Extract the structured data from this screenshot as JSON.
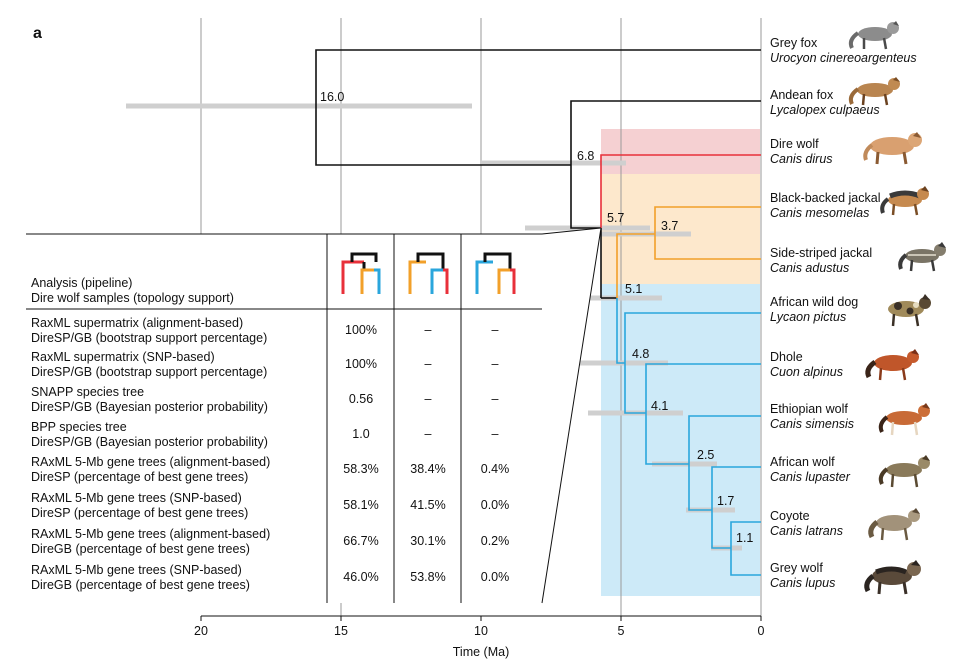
{
  "panel_label": "a",
  "axis": {
    "xlabel": "Time (Ma)",
    "ticks": [
      "20",
      "15",
      "10",
      "5",
      "0"
    ]
  },
  "taxa": [
    {
      "common": "Grey fox",
      "latin": "Urocyon cinereoargenteus",
      "icon": "grey-fox-icon"
    },
    {
      "common": "Andean fox",
      "latin": "Lycalopex culpaeus",
      "icon": "andean-fox-icon"
    },
    {
      "common": "Dire wolf",
      "latin": "Canis dirus",
      "icon": "dire-wolf-icon"
    },
    {
      "common": "Black-backed jackal",
      "latin": "Canis mesomelas",
      "icon": "black-backed-jackal-icon"
    },
    {
      "common": "Side-striped jackal",
      "latin": "Canis adustus",
      "icon": "side-striped-jackal-icon"
    },
    {
      "common": "African wild dog",
      "latin": "Lycaon pictus",
      "icon": "african-wild-dog-icon"
    },
    {
      "common": "Dhole",
      "latin": "Cuon alpinus",
      "icon": "dhole-icon"
    },
    {
      "common": "Ethiopian wolf",
      "latin": "Canis simensis",
      "icon": "ethiopian-wolf-icon"
    },
    {
      "common": "African wolf",
      "latin": "Canis lupaster",
      "icon": "african-wolf-icon"
    },
    {
      "common": "Coyote",
      "latin": "Canis latrans",
      "icon": "coyote-icon"
    },
    {
      "common": "Grey wolf",
      "latin": "Canis lupus",
      "icon": "grey-wolf-icon"
    }
  ],
  "node_ages": [
    "16.0",
    "6.8",
    "5.7",
    "3.7",
    "5.1",
    "4.8",
    "4.1",
    "2.5",
    "1.7",
    "1.1"
  ],
  "colors": {
    "dire_wolf": "#e8303a",
    "jackals": "#f2a02a",
    "wolf_like": "#2aa6dc",
    "outgroup": "#111111",
    "error_bar": "#cfcfcf",
    "dire_band": "#f5d0d2",
    "jackal_band": "#fde8cc",
    "wolf_band": "#cdeaf8"
  },
  "table": {
    "header_line1": "Analysis (pipeline)",
    "header_line2": "Dire wolf samples (topology support)",
    "rows": [
      {
        "line1": "RaxML supermatrix (alignment-based)",
        "line2": "DireSP/GB (bootstrap support percentage)",
        "v1": "100%",
        "v2": "–",
        "v3": "–"
      },
      {
        "line1": "RaxML supermatrix (SNP-based)",
        "line2": "DireSP/GB (bootstrap support percentage)",
        "v1": "100%",
        "v2": "–",
        "v3": "–"
      },
      {
        "line1": "SNAPP species tree",
        "line2": "DireSP/GB (Bayesian posterior probability)",
        "v1": "0.56",
        "v2": "–",
        "v3": "–"
      },
      {
        "line1": "BPP species tree",
        "line2": "DireSP/GB (Bayesian posterior probability)",
        "v1": "1.0",
        "v2": "–",
        "v3": "–"
      },
      {
        "line1": "RAxML 5-Mb gene trees (alignment-based)",
        "line2": "DireSP (percentage of best gene trees)",
        "v1": "58.3%",
        "v2": "38.4%",
        "v3": "0.4%"
      },
      {
        "line1": "RAxML 5-Mb gene trees (SNP-based)",
        "line2": "DireSP (percentage of best gene trees)",
        "v1": "58.1%",
        "v2": "41.5%",
        "v3": "0.0%"
      },
      {
        "line1": "RAxML 5-Mb gene trees (alignment-based)",
        "line2": "DireGB (percentage of best gene trees)",
        "v1": "66.7%",
        "v2": "30.1%",
        "v3": "0.2%"
      },
      {
        "line1": "RAxML 5-Mb gene trees (SNP-based)",
        "line2": "DireGB (percentage of best gene trees)",
        "v1": "46.0%",
        "v2": "53.8%",
        "v3": "0.0%"
      }
    ]
  }
}
